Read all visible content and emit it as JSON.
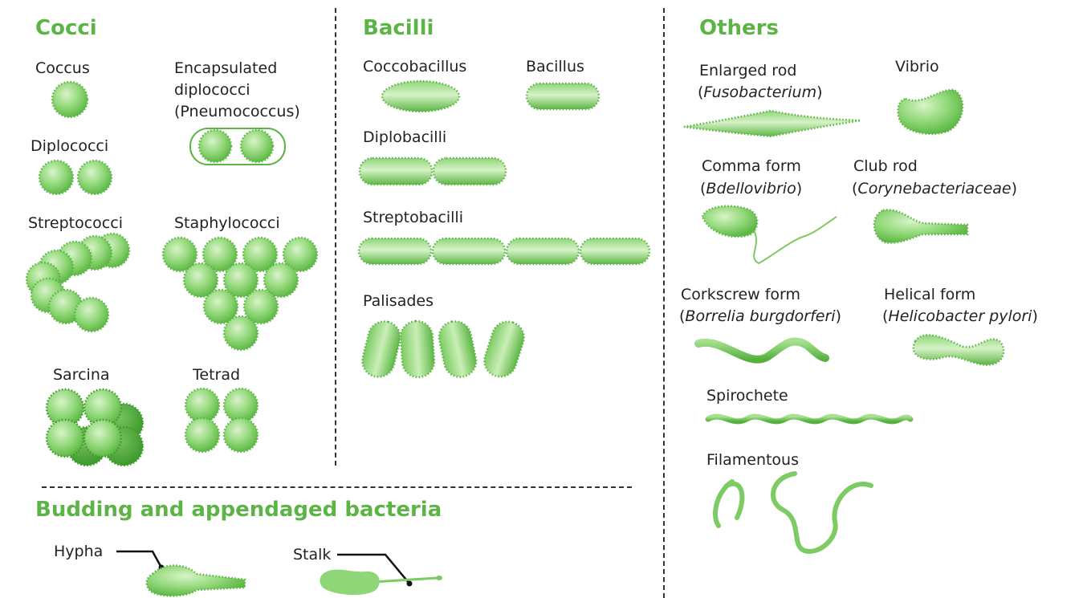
{
  "sections": {
    "cocci": "Cocci",
    "bacilli": "Bacilli",
    "others": "Others",
    "budding": "Budding and appendaged bacteria"
  },
  "cocci": {
    "coccus": "Coccus",
    "encapsulated_line1": "Encapsulated",
    "encapsulated_line2": "diplococci",
    "encapsulated_line3": "(Pneumococcus)",
    "diplococci": "Diplococci",
    "streptococci": "Streptococci",
    "staphylococci": "Staphylococci",
    "sarcina": "Sarcina",
    "tetrad": "Tetrad"
  },
  "bacilli": {
    "coccobacillus": "Coccobacillus",
    "bacillus": "Bacillus",
    "diplobacilli": "Diplobacilli",
    "streptobacilli": "Streptobacilli",
    "palisades": "Palisades"
  },
  "others": {
    "enlarged_rod": "Enlarged rod",
    "enlarged_rod_sci": "Fusobacterium",
    "vibrio": "Vibrio",
    "comma_form": "Comma form",
    "comma_form_sci": "Bdellovibrio",
    "club_rod": "Club rod",
    "club_rod_sci": "Corynebacteriaceae",
    "corkscrew": "Corkscrew form",
    "corkscrew_sci": "Borrelia burgdorferi",
    "helical": "Helical form",
    "helical_sci": "Helicobacter pylori",
    "spirochete": "Spirochete",
    "filamentous": "Filamentous"
  },
  "budding": {
    "hypha": "Hypha",
    "stalk": "Stalk"
  },
  "colors": {
    "accent": "#5cb446",
    "cell_light": "#b9e8a4",
    "cell_mid": "#7cd064",
    "cell_dark": "#4fae3a",
    "divider": "#333333"
  }
}
